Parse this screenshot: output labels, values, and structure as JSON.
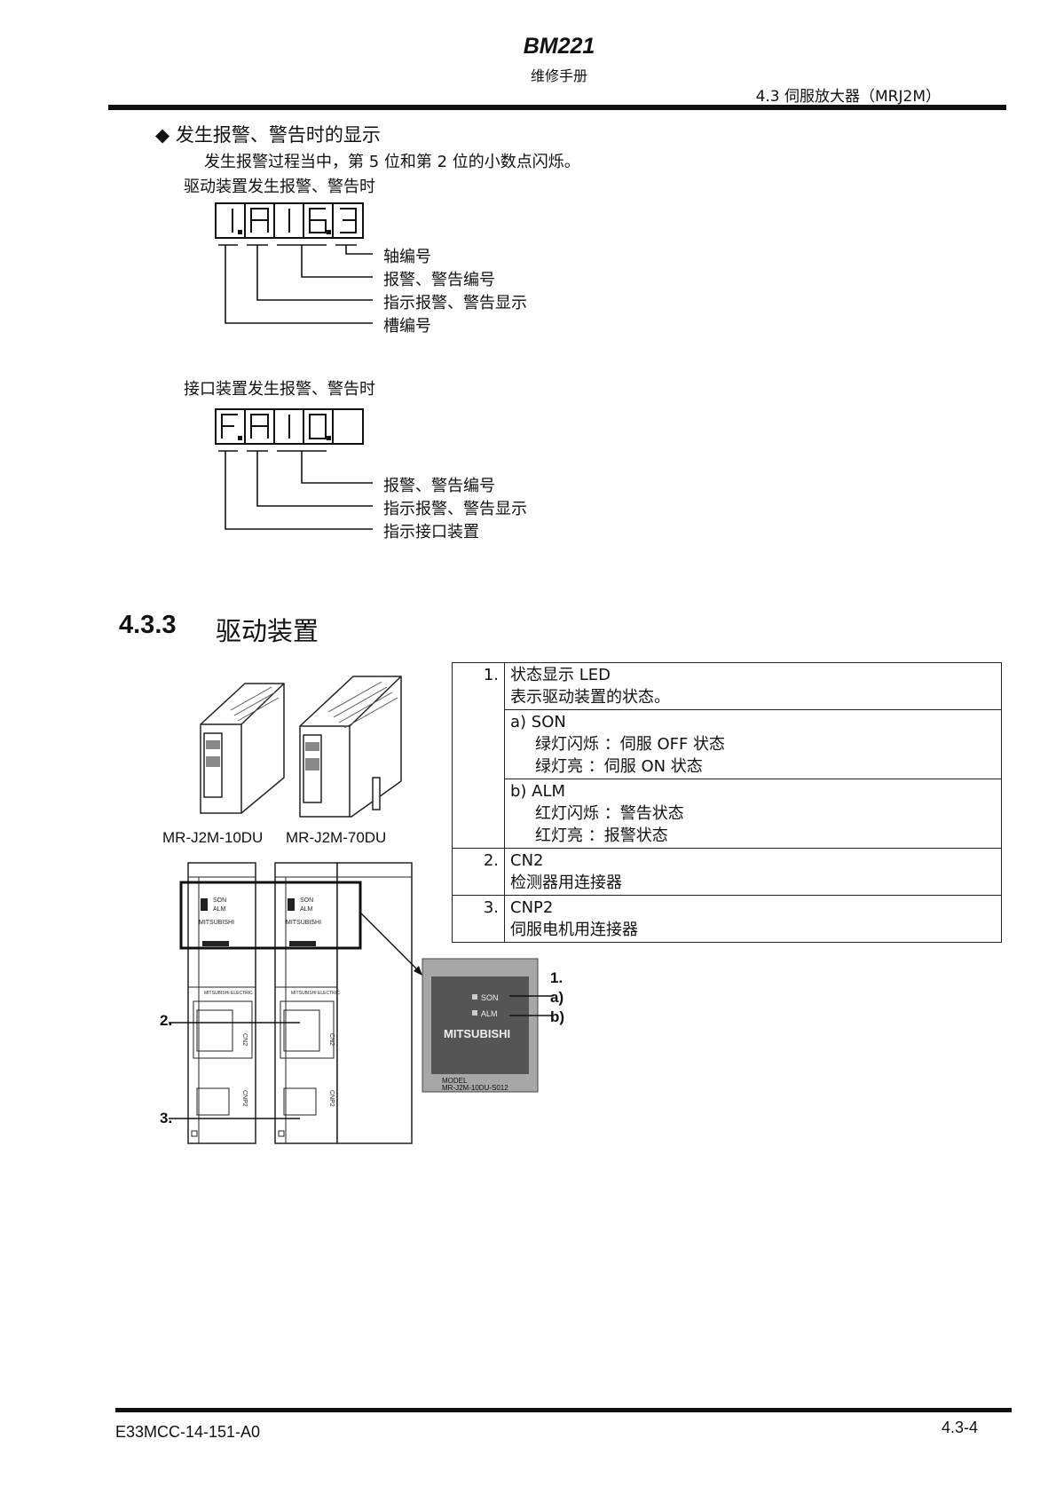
{
  "header": {
    "title": "BM221",
    "subtitle": "维修手册",
    "section": "4.3 伺服放大器（MRJ2M）"
  },
  "alarm_section": {
    "heading": "◆ 发生报警、警告时的显示",
    "description": "发生报警过程当中，第 5 位和第 2 位的小数点闪烁。",
    "drive_caption": "驱动装置发生报警、警告时",
    "drive_display": "1.A16.3",
    "drive_labels": [
      "轴编号",
      "报警、警告编号",
      "指示报警、警告显示",
      "槽编号"
    ],
    "iface_caption": "接口装置发生报警、警告时",
    "iface_display": "F.A10.",
    "iface_labels": [
      "报警、警告编号",
      "指示报警、警告显示",
      "指示接口装置"
    ]
  },
  "drive_section": {
    "number": "4.3.3",
    "title": "驱动装置",
    "models": [
      "MR-J2M-10DU",
      "MR-J2M-70DU"
    ],
    "callouts": {
      "c1": "1.",
      "a": "a)",
      "b": "b)",
      "c2": "2.",
      "c3": "3."
    },
    "panel": {
      "son": "SON",
      "alm": "ALM",
      "brand": "MITSUBISHI",
      "model": "MODEL",
      "model_no": "MR-J2M-10DU-S012",
      "maker": "MITSUBISHI ELECTRIC",
      "cn2": "CN2",
      "cnp2": "CNP2"
    },
    "table": [
      {
        "num": "1.",
        "lines": [
          "状态显示 LED",
          "表示驱动装置的状态。"
        ]
      },
      {
        "num": "",
        "lines": [
          "a) SON",
          "绿灯闪烁 ：伺服 OFF 状态",
          "绿灯亮 ：伺服 ON 状态"
        ]
      },
      {
        "num": "",
        "lines": [
          "b) ALM",
          "红灯闪烁 ：警告状态",
          "红灯亮 ：报警状态"
        ]
      },
      {
        "num": "2.",
        "lines": [
          "CN2",
          "检测器用连接器"
        ]
      },
      {
        "num": "3.",
        "lines": [
          "CNP2",
          "伺服电机用连接器"
        ]
      }
    ]
  },
  "footer": {
    "doc_no": "E33MCC-14-151-A0",
    "page": "4.3-4"
  }
}
